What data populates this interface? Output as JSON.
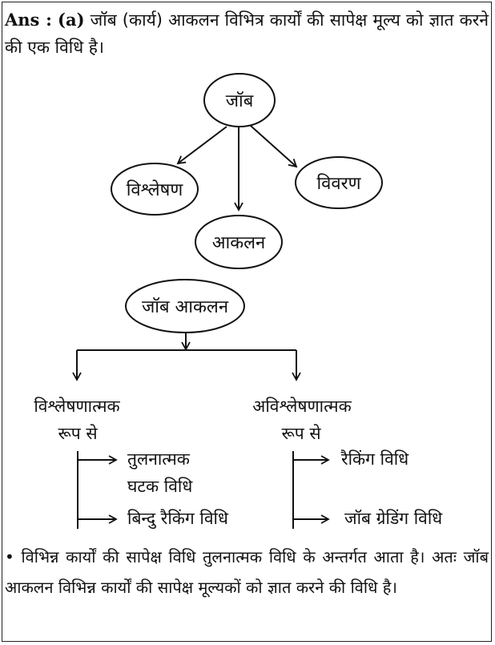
{
  "intro": {
    "ans_label": "Ans :",
    "option": "(a)",
    "text": "जॉब (कार्य) आकलन विभित्र कार्यों की सापेक्ष मूल्य को ज्ञात करने की एक विधि है।"
  },
  "diagram1": {
    "center": "जॉब",
    "left": "विश्लेषण",
    "bottom": "आकलन",
    "right": "विवरण"
  },
  "diagram2": {
    "root": "जॉब आकलन",
    "left_branch": {
      "title_line1": "विश्लेषणात्मक",
      "title_line2": "रूप से",
      "item1_line1": "तुलनात्मक",
      "item1_line2": "घटक विधि",
      "item2": "बिन्दु रैकिंग विधि"
    },
    "right_branch": {
      "title_line1": "अविश्लेषणात्मक",
      "title_line2": "रूप से",
      "item1": "रैकिंग विधि",
      "item2": "जॉब ग्रेडिंग विधि"
    }
  },
  "note": {
    "bullet": "•",
    "text": "विभिन्न कार्यों की सापेक्ष विधि तुलनात्मक विधि के अन्तर्गत आता है। अतः जॉब आकलन विभिन्न कार्यों की सापेक्ष मूल्यकों को ज्ञात करने की विधि है।"
  }
}
